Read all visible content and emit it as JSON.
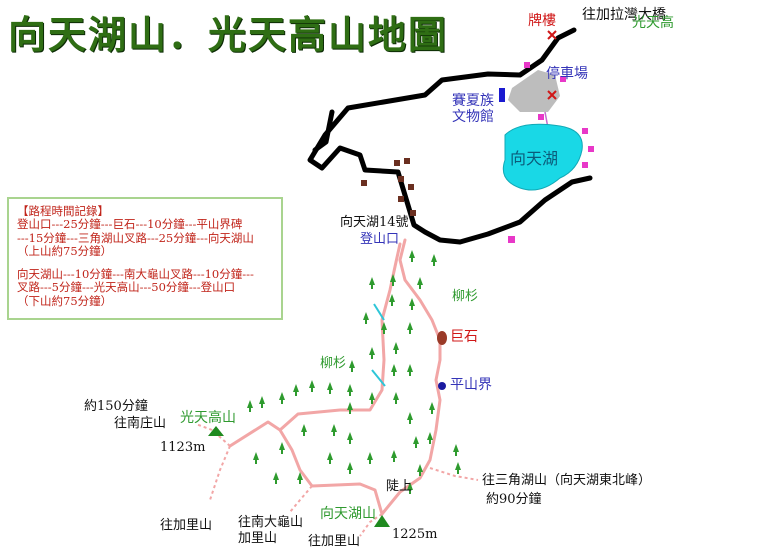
{
  "title": "向天湖山．光天高山地圖",
  "labels": {
    "paifang": "牌樓",
    "to_bridge": "往加拉灣大橋",
    "guangtiangao_top": "光天高",
    "parking": "停車場",
    "museum_line1": "賽夏族",
    "museum_line2": "文物館",
    "lake": "向天湖",
    "no14": "向天湖14號",
    "trailhead": "登山口",
    "cedar_right": "柳杉",
    "cedar_left": "柳杉",
    "giant_rock": "巨石",
    "pingshan_boundary": "平山界",
    "time_150": "約150分鐘",
    "to_nanzhuang": "往南庄山",
    "guangtiangao_peak": "光天高山",
    "elev_1123": "1123m",
    "to_sanjiao": "往三角湖山（向天湖東北峰）",
    "time_90": "約90分鐘",
    "steep": "陡上",
    "xiangtianhu_peak": "向天湖山",
    "elev_1225": "1225m",
    "to_jiali_left": "往加里山",
    "to_nandagui_line1": "往南大龜山",
    "to_nandagui_line2": "加里山",
    "to_jiali_bottom": "往加里山"
  },
  "notes": {
    "heading": "【路程時間記錄】",
    "line1": "登山口---25分鐘---巨石---10分鐘---平山界碑",
    "line2": "---15分鐘---三角湖山叉路---25分鐘---向天湖山",
    "line3": "（上山約75分鐘）",
    "line4": "向天湖山---10分鐘---南大龜山叉路---10分鐘---",
    "line5": "叉路---5分鐘---光天高山---50分鐘---登山口",
    "line6": "（下山約75分鐘）"
  },
  "colors": {
    "title": "#2f6e14",
    "road": "#000000",
    "trail": "#f2a6a6",
    "lake": "#19d8e6",
    "parking": "#bdbdbd",
    "tree": "#2e9b2e",
    "peak": "#1f8a1f",
    "notes_border": "#a9d48f",
    "notes_text": "#c0241a"
  }
}
